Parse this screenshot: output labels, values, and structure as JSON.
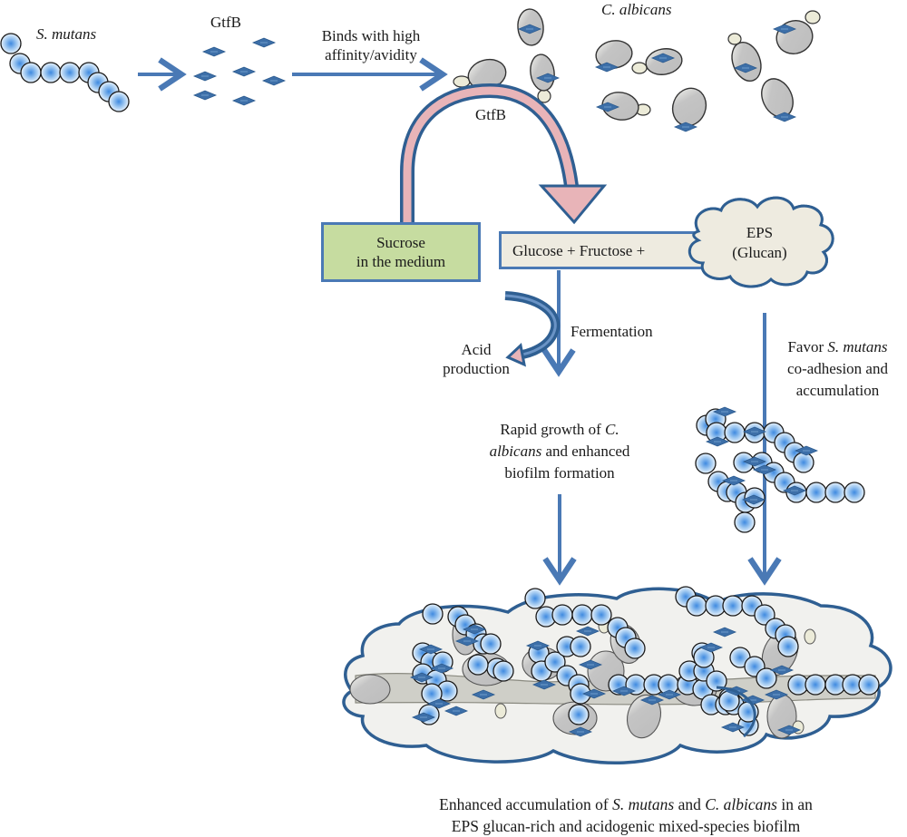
{
  "colors": {
    "arrow_blue": "#4a79b5",
    "dark_blue": "#2f5f92",
    "pink": "#e8b4b8",
    "green_box": "#c6dca0",
    "cream_box": "#eeebe0",
    "cloud_fill": "#f1f1ee",
    "bacteria_fill": "#4a90e2",
    "yeast_fill": "#c8c8c8"
  },
  "labels": {
    "s_mutans": "S. mutans",
    "gtfb_top": "GtfB",
    "binds_line1": "Binds with high",
    "binds_line2": "affinity/avidity",
    "c_albicans": "C. albicans",
    "gtfb_arc": "GtfB",
    "sucrose_line1": "Sucrose",
    "sucrose_line2": "in the medium",
    "glucose_fructose": "Glucose + Fructose +",
    "eps_line1": "EPS",
    "eps_line2": "(Glucan)",
    "fermentation": "Fermentation",
    "acid_line1": "Acid",
    "acid_line2": "production",
    "rapid_line1_a": "Rapid growth of ",
    "rapid_line1_b": "C.",
    "rapid_line2_a": "albicans",
    "rapid_line2_b": " and enhanced",
    "rapid_line3": "biofilm formation",
    "favor_line1_a": "Favor ",
    "favor_line1_b": "S. mutans",
    "favor_line2": "co-adhesion and",
    "favor_line3": "accumulation",
    "bottom_line1_a": "Enhanced accumulation of ",
    "bottom_line1_b": "S. mutans",
    "bottom_line1_c": " and ",
    "bottom_line1_d": "C. albicans",
    "bottom_line1_e": " in an",
    "bottom_line2": "EPS glucan-rich and acidogenic mixed-species biofilm"
  },
  "icons": {
    "bacterium": "coccus-cell-icon",
    "gtfb": "gtfb-enzyme-diamond-icon",
    "yeast": "yeast-cell-icon"
  }
}
